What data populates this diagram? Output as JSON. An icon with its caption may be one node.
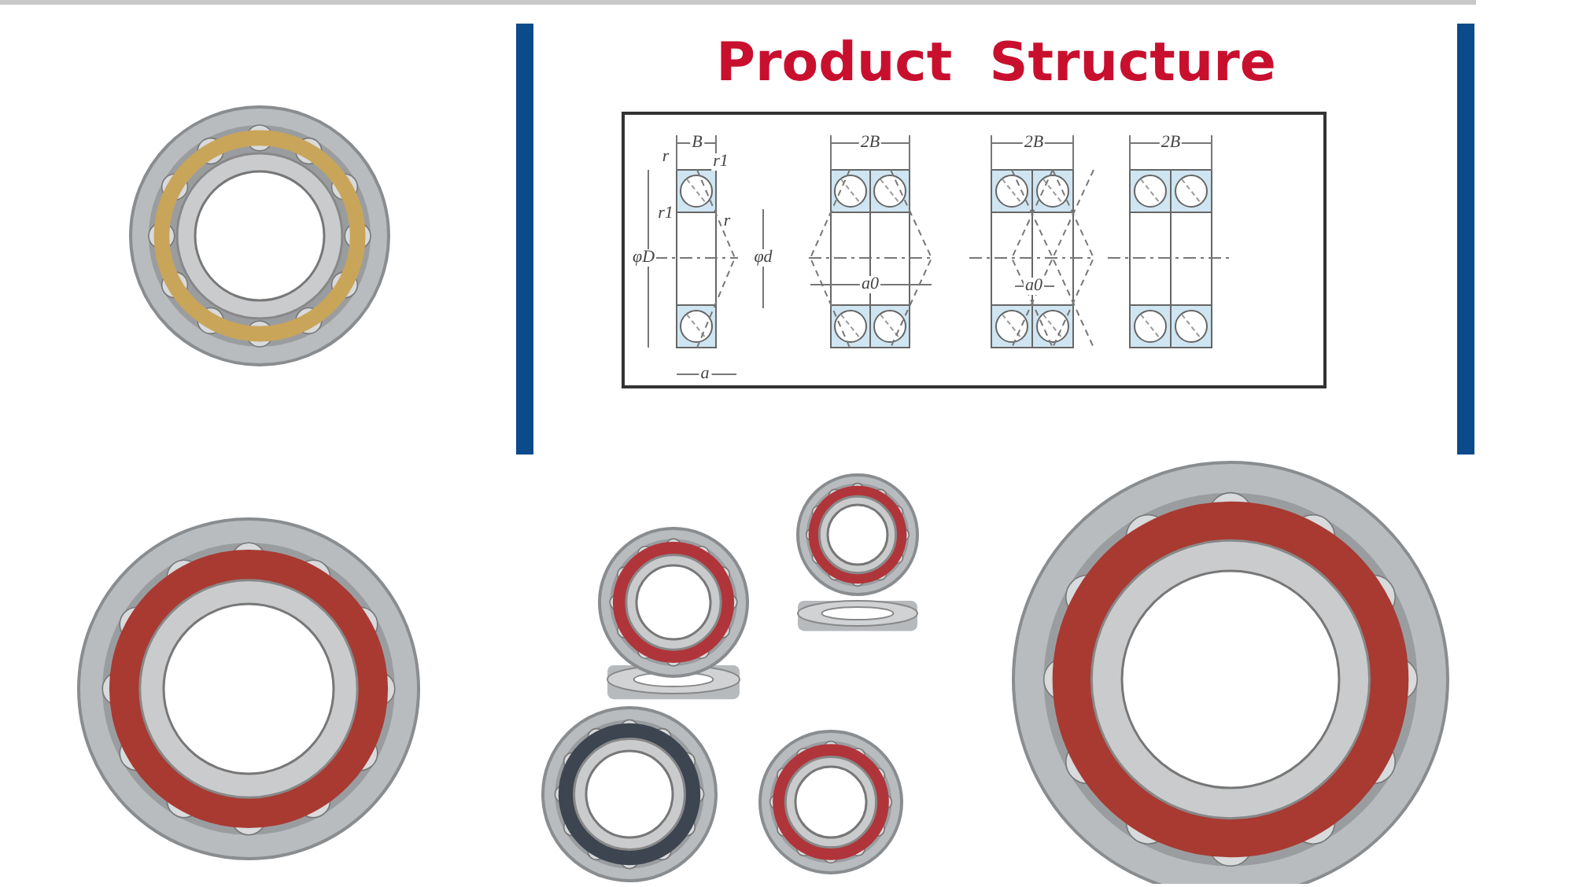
{
  "diagram": {
    "title": "Product  Structure",
    "labels": [
      "B",
      "r",
      "r1",
      "r1",
      "r",
      "φD",
      "φd",
      "a",
      "2B",
      "a0",
      "2B",
      "a0",
      "2B"
    ]
  }
}
